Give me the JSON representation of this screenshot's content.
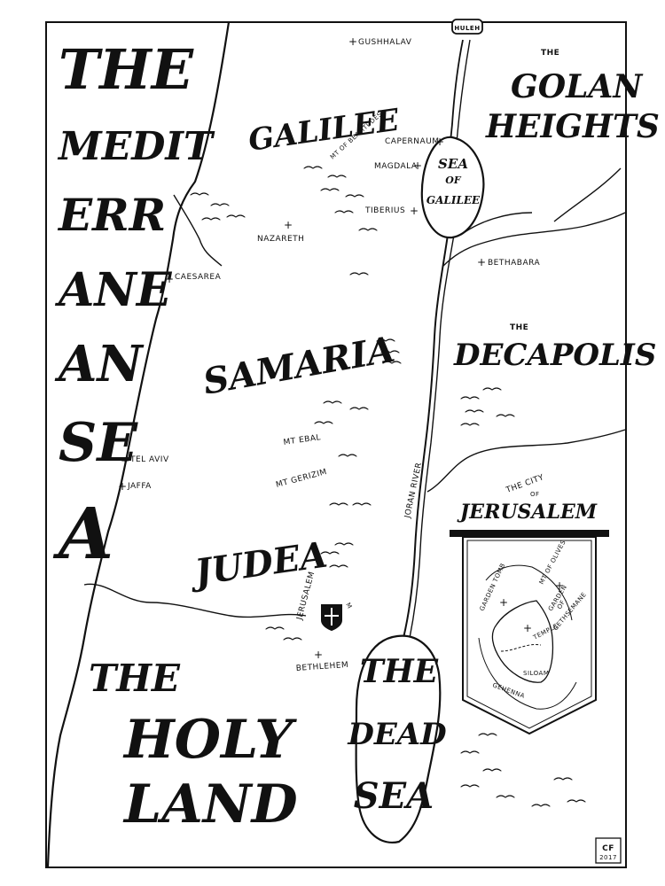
{
  "colors": {
    "ink": "#111111",
    "paper": "#ffffff",
    "sea": "#ffffff"
  },
  "sea_title": [
    "THE",
    "MEDIT",
    "ERR",
    "ANE",
    "AN",
    "SE",
    "A"
  ],
  "land_title": {
    "the": "THE",
    "holy": "HOLY",
    "land": "LAND"
  },
  "regions": {
    "galilee": "GALILEE",
    "samaria": "SAMARIA",
    "judea": "JUDEA",
    "golan_the": "THE",
    "golan_1": "GOLAN",
    "golan_2": "HEIGHTS",
    "decapolis_the": "THE",
    "decapolis": "DECAPOLIS"
  },
  "lakes": {
    "hulem": "HULEH",
    "galilee": [
      "SEA",
      "OF",
      "GALILEE"
    ],
    "dead_sea": [
      "THE",
      "DEAD",
      "SEA"
    ]
  },
  "river": "JORAN RIVER",
  "places": {
    "gush_halav": "GUSHHALAV",
    "mt_beatitudes": "MT OF BEATITUDES",
    "capernaum": "CAPERNAUM",
    "magdala": "MAGDALA",
    "tiberius": "TIBERIUS",
    "nazareth": "NAZARETH",
    "caesarea": "CAESAREA",
    "bethabara": "BETHABARA",
    "tel_aviv": "TEL AVIV",
    "jaffa": "JAFFA",
    "mt_ebal": "MT EBAL",
    "mt_gerizim": "MT GERIZIM",
    "jerusalem": "JERUSALEM",
    "bethlehem": "BETHLEHEM"
  },
  "city_inset": {
    "title_1": "THE CITY",
    "title_of": "OF",
    "title_2": "JERUSALEM",
    "mt_olives": "MT OF OLIVES",
    "garden_tomb": "GARDEN TOMB",
    "gethsemane_1": "GARDEN",
    "gethsemane_of": "OF",
    "gethsemane_2": "GETHSEMANE",
    "temple": "TEMPLE",
    "siloam": "SILOAM",
    "gehenna": "GEHENNA"
  },
  "signature": {
    "initials": "CF",
    "year": "2017"
  },
  "icons": {
    "city_marker": "plus-sign",
    "jerusalem_marker": "cross-emblem"
  }
}
